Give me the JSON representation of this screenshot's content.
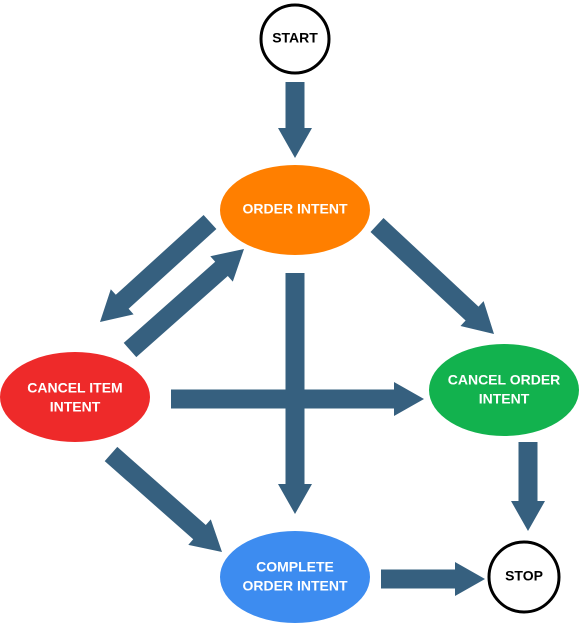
{
  "diagram": {
    "nodes": {
      "start": {
        "label": "START",
        "shape": "circle",
        "color": "#ffffff"
      },
      "order_intent": {
        "label": "ORDER INTENT",
        "shape": "ellipse",
        "color": "#FF7F00"
      },
      "cancel_item_intent": {
        "label_line1": "CANCEL ITEM",
        "label_line2": "INTENT",
        "shape": "ellipse",
        "color": "#EE2A2A"
      },
      "cancel_order_intent": {
        "label_line1": "CANCEL ORDER",
        "label_line2": "INTENT",
        "shape": "ellipse",
        "color": "#12B24E"
      },
      "complete_order_intent": {
        "label_line1": "COMPLETE",
        "label_line2": "ORDER INTENT",
        "shape": "ellipse",
        "color": "#3D8CF0"
      },
      "stop": {
        "label": "STOP",
        "shape": "circle",
        "color": "#ffffff"
      }
    },
    "edges": [
      {
        "from": "start",
        "to": "order_intent"
      },
      {
        "from": "order_intent",
        "to": "cancel_item_intent"
      },
      {
        "from": "cancel_item_intent",
        "to": "order_intent"
      },
      {
        "from": "order_intent",
        "to": "cancel_order_intent"
      },
      {
        "from": "order_intent",
        "to": "complete_order_intent"
      },
      {
        "from": "cancel_item_intent",
        "to": "cancel_order_intent"
      },
      {
        "from": "cancel_item_intent",
        "to": "complete_order_intent"
      },
      {
        "from": "cancel_order_intent",
        "to": "stop"
      },
      {
        "from": "complete_order_intent",
        "to": "stop"
      }
    ],
    "arrow_color": "#36607F"
  }
}
